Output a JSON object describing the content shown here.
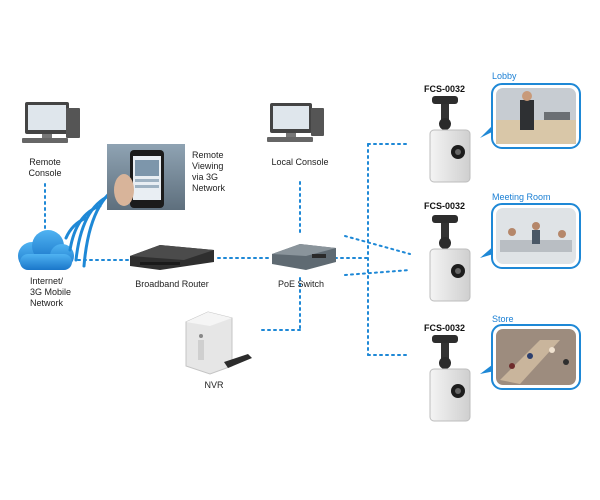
{
  "labels": {
    "remote_console": "Remote\nConsole",
    "remote_viewing": "Remote\nViewing\nvia 3G\nNetwork",
    "local_console": "Local Console",
    "internet": "Internet/\n3G  Mobile\nNetwork",
    "router": "Broadband Router",
    "poe_switch": "PoE Switch",
    "nvr": "NVR"
  },
  "cameras": [
    {
      "model": "FCS-0032",
      "location": "Lobby"
    },
    {
      "model": "FCS-0032",
      "location": "Meeting Room"
    },
    {
      "model": "FCS-0032",
      "location": "Store"
    }
  ],
  "colors": {
    "link": "#1e88d6",
    "bubble_border": "#1e88d6",
    "cloud": "#1e88d6",
    "device_dark": "#3a3a3a"
  }
}
